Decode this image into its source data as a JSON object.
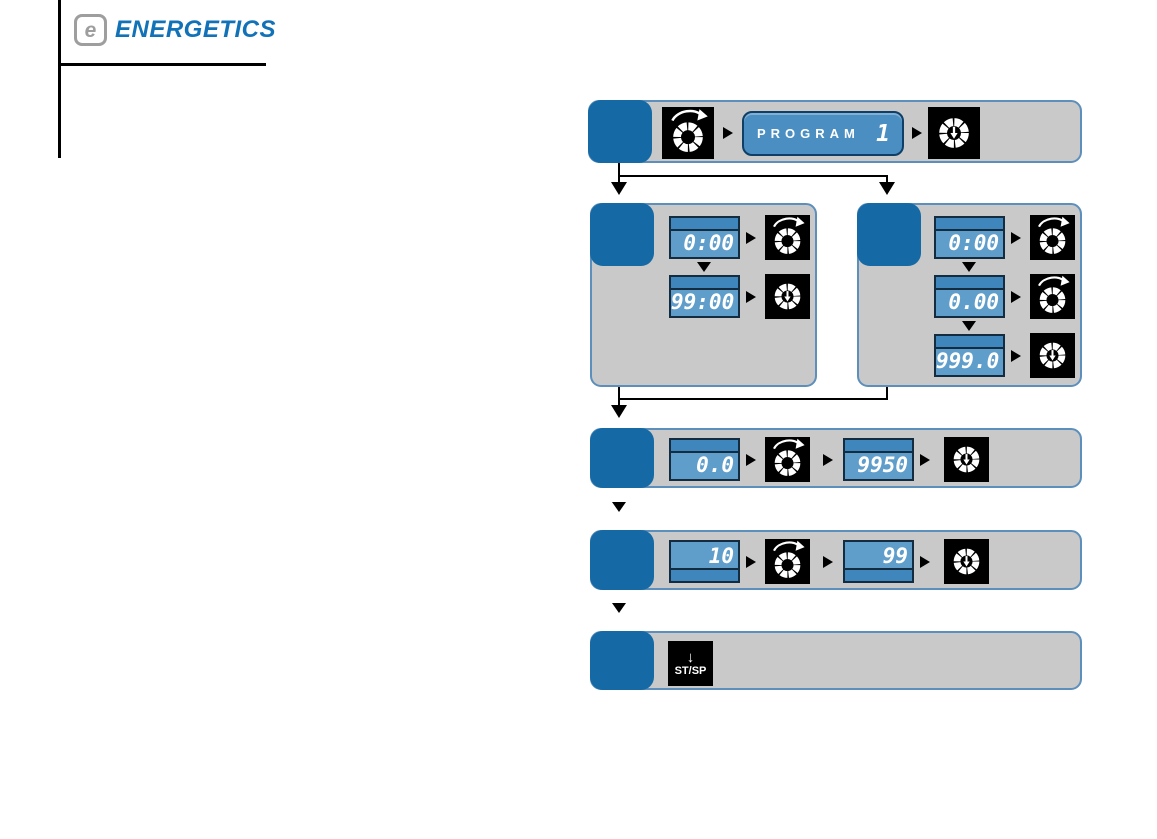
{
  "logo": {
    "mark": "e",
    "text": "ENERGETICS"
  },
  "icons": {
    "rotate_dial": "rotate-dial-icon",
    "press_dial": "press-dial-icon",
    "start_stop": "start-stop-button-icon",
    "arrow_right": "arrow-right-icon",
    "arrow_down": "arrow-down-icon"
  },
  "colors": {
    "tab_blue": "#156aa5",
    "panel_gray": "#c9c9c9",
    "panel_border": "#5d8fbc",
    "lcd_face": "#5f9dca",
    "lcd_band": "#3f86bd",
    "lcd_border": "#142c3f",
    "program_fill": "#4a8ec2",
    "logo_blue": "#1272b8",
    "logo_gray": "#9e9e9e",
    "icon_black": "#000000",
    "digit_white": "#ffffff"
  },
  "steps": {
    "step1": {
      "label": "PROGRAM",
      "value": "1"
    },
    "step2_left": {
      "displays": [
        "0:00",
        "99:00"
      ]
    },
    "step2_right": {
      "displays": [
        "0:00",
        "0.00",
        "999.0"
      ]
    },
    "step3": {
      "displays": [
        "0.0",
        "9950"
      ]
    },
    "step4": {
      "displays": [
        "10",
        "99"
      ]
    },
    "step5": {
      "button_arrow": "↓",
      "button_label": "ST/SP"
    }
  }
}
